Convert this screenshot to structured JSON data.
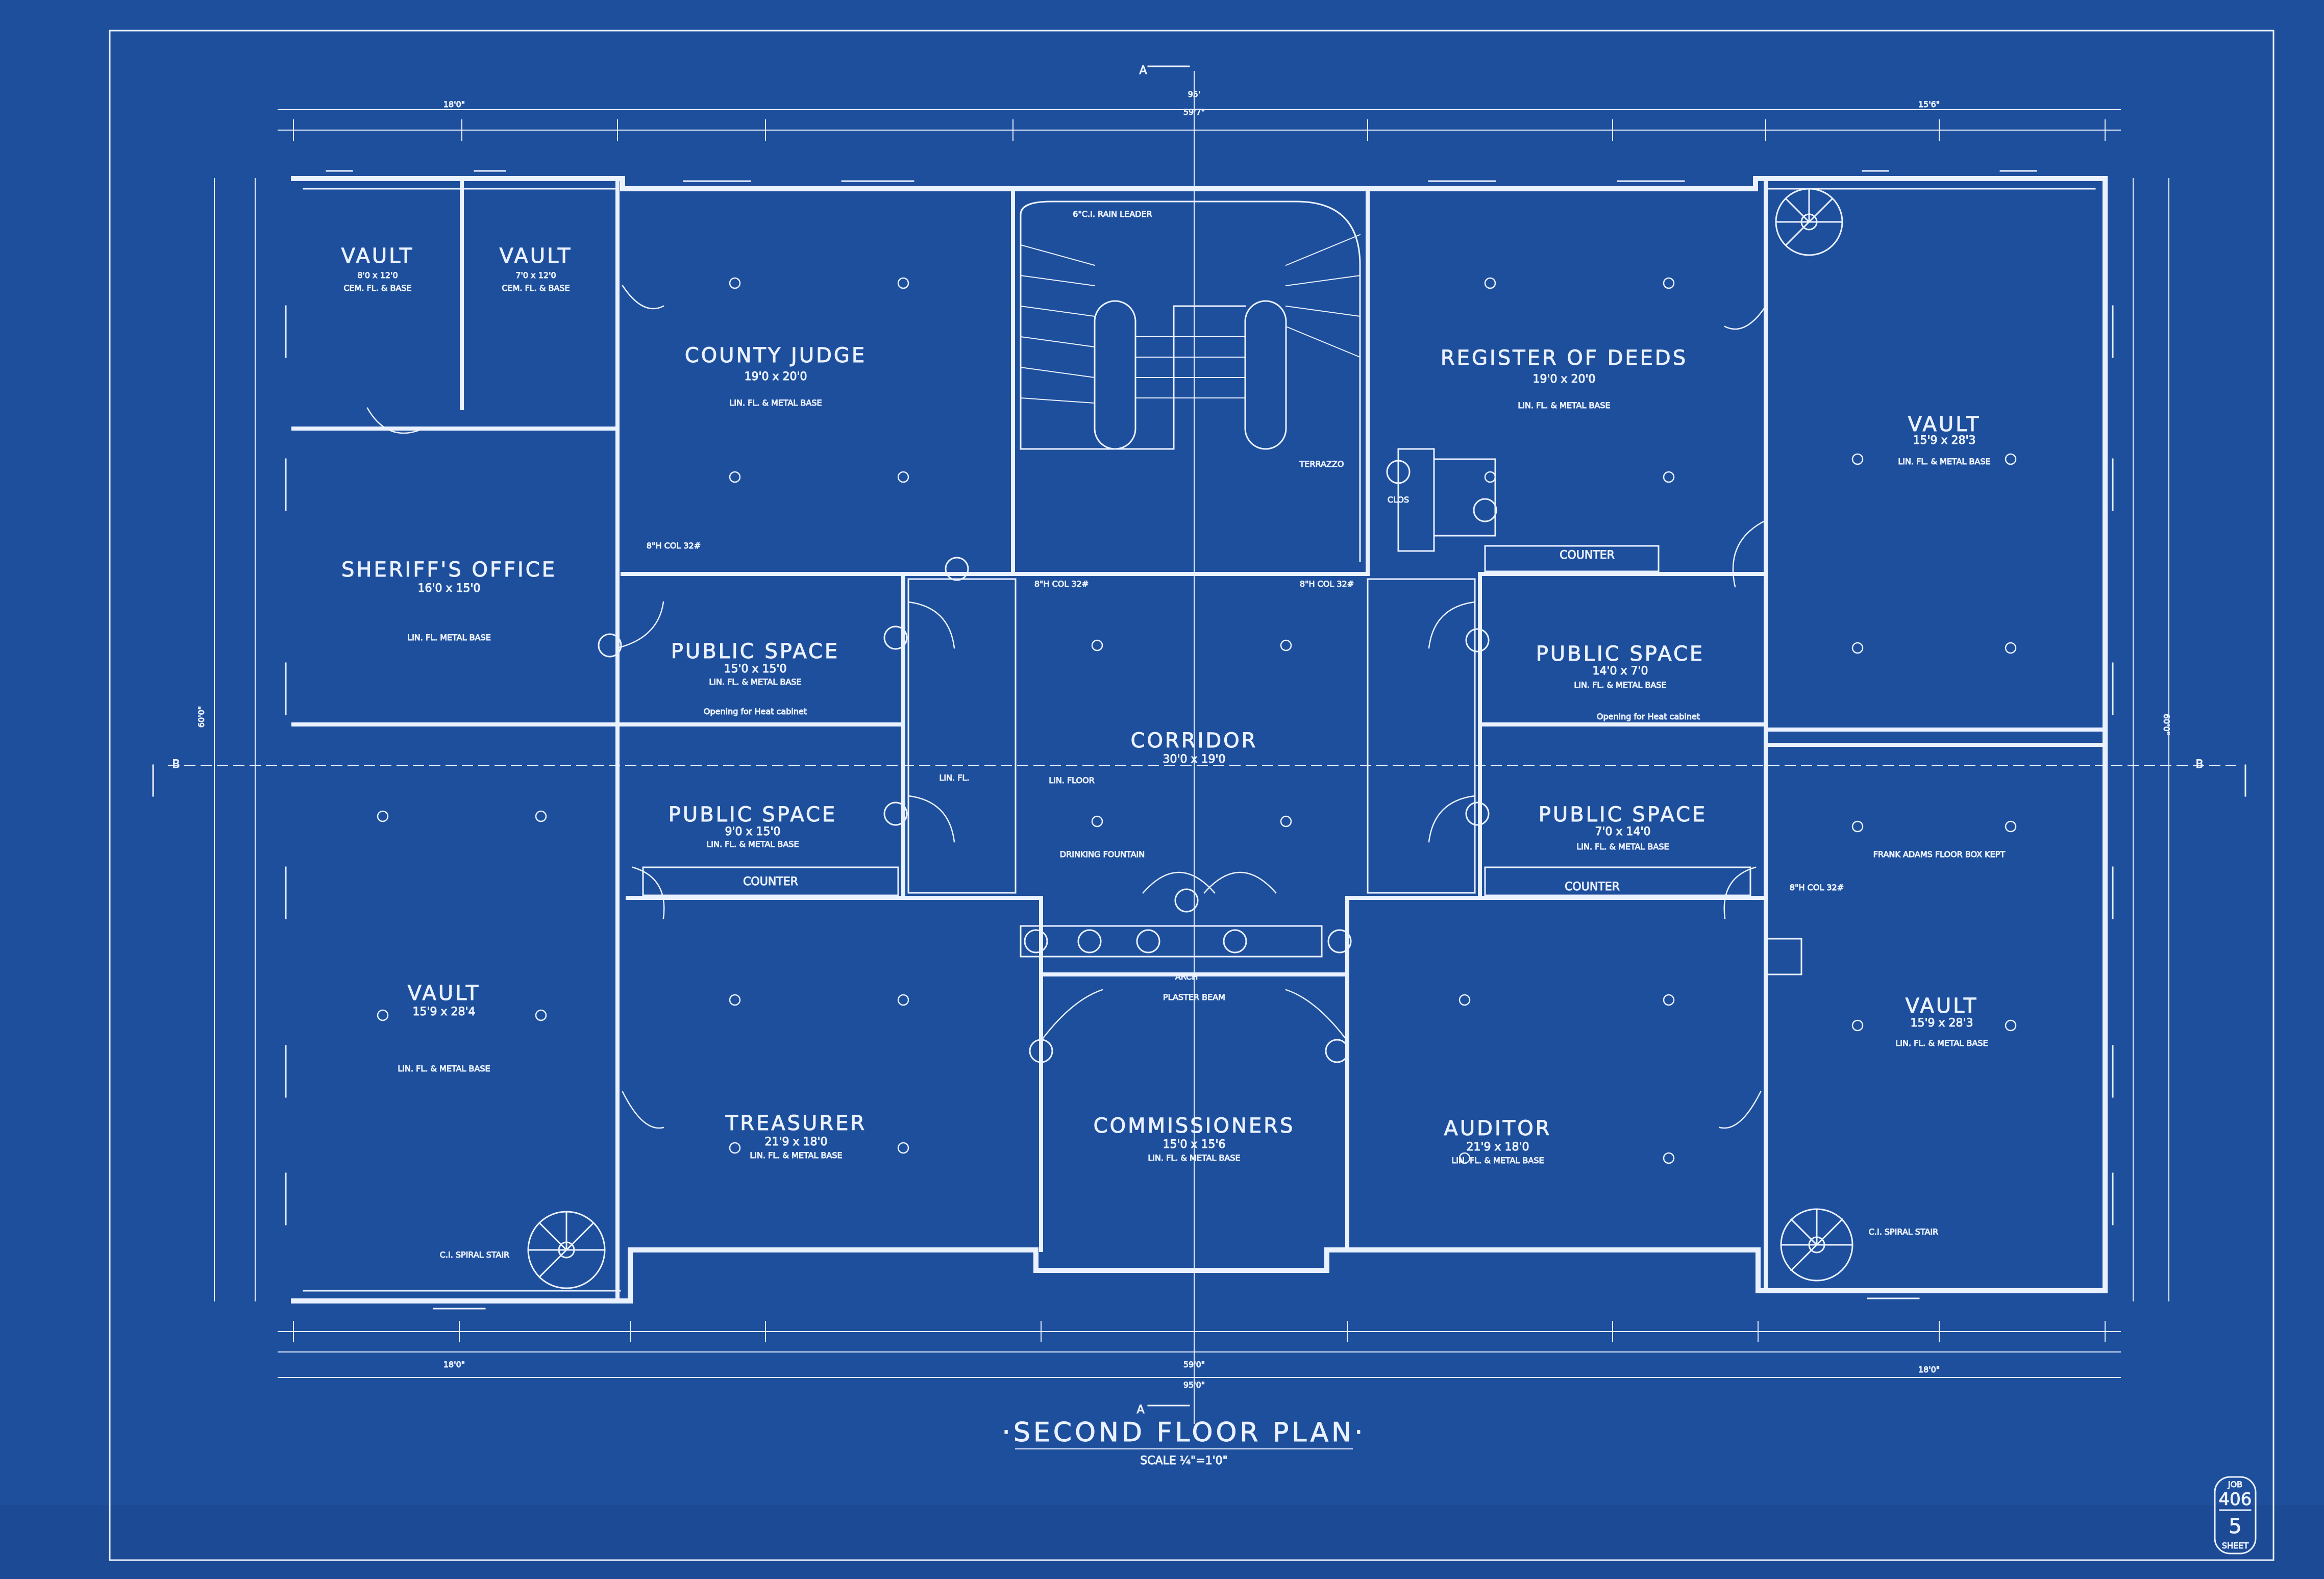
{
  "colors": {
    "paper": "#1e4f9c",
    "ink": "#eaf1ff",
    "stain": "#163f85"
  },
  "title": {
    "section_mark_top": "A",
    "name": "·SECOND FLOOR PLAN·",
    "scale": "SCALE ¼\"=1'0\"",
    "section_mark_bottom": "A",
    "side_left": "B",
    "side_right": "B"
  },
  "job": {
    "label": "JOB",
    "number": "406",
    "sheet": "5",
    "sheet_label": "SHEET"
  },
  "dims": {
    "top_overall_1": "95'",
    "top_overall_2": "59'7\"",
    "top_left": "18'0\"",
    "top_right": "15'6\"",
    "bottom_1": "59'0\"",
    "bottom_2": "95'0\"",
    "bottom_left": "18'0\"",
    "bottom_right": "18'0\"",
    "left_overall": "60'0\"",
    "right_overall": "60'0\""
  },
  "rooms": [
    {
      "name": "VAULT",
      "size": "8'0 x 12'0",
      "note": "CEM. FL. & BASE"
    },
    {
      "name": "VAULT",
      "size": "7'0 x 12'0",
      "note": "CEM. FL. & BASE"
    },
    {
      "name": "COUNTY JUDGE",
      "size": "19'0 x 20'0",
      "note": "LIN. FL. & METAL BASE"
    },
    {
      "name": "REGISTER OF DEEDS",
      "size": "19'0 x 20'0",
      "note": "LIN. FL. & METAL BASE"
    },
    {
      "name": "VAULT",
      "size": "15'9 x 28'3",
      "note": "LIN. FL. & METAL BASE"
    },
    {
      "name": "SHERIFF'S OFFICE",
      "size": "16'0 x 15'0",
      "note": "LIN. FL. METAL BASE"
    },
    {
      "name": "PUBLIC SPACE",
      "size": "15'0 x 15'0",
      "note": "LIN. FL. & METAL BASE"
    },
    {
      "name": "CORRIDOR",
      "size": "30'0 x 19'0",
      "note": "LIN. FLOOR"
    },
    {
      "name": "PUBLIC SPACE",
      "size": "14'0 x 7'0",
      "note": "LIN. FL. & METAL BASE"
    },
    {
      "name": "PUBLIC SPACE",
      "size": "9'0 x 15'0",
      "note": "LIN. FL. & METAL BASE"
    },
    {
      "name": "PUBLIC SPACE",
      "size": "7'0 x 14'0",
      "note": "LIN. FL. & METAL BASE"
    },
    {
      "name": "VAULT",
      "size": "15'9 x 28'4",
      "note": "LIN. FL. & METAL BASE"
    },
    {
      "name": "TREASURER",
      "size": "21'9 x 18'0",
      "note": "LIN. FL. & METAL BASE"
    },
    {
      "name": "COMMISSIONERS",
      "size": "15'0 x 15'6",
      "note": "LIN. FL. & METAL BASE"
    },
    {
      "name": "AUDITOR",
      "size": "21'9 x 18'0",
      "note": "LIN. FL. & METAL BASE"
    },
    {
      "name": "VAULT",
      "size": "15'9 x 28'3",
      "note": "LIN. FL. & METAL BASE"
    }
  ],
  "labels": {
    "counter": "COUNTER",
    "clos": "CLOS",
    "arch": "ARCH",
    "plaster_beam": "PLASTER BEAM",
    "drinking_fountain": "DRINKING FOUNTAIN",
    "spiral_stair": "C.I. SPIRAL STAIR",
    "frank_adams": "FRANK ADAMS FLOOR BOX KEPT",
    "heat_cabinet": "Opening for Heat cabinet",
    "col": "8\"H COL 32#",
    "terrazzo": "TERRAZZO",
    "rain_leader": "6\"C.I. RAIN LEADER",
    "lin_fl": "LIN. FL."
  }
}
